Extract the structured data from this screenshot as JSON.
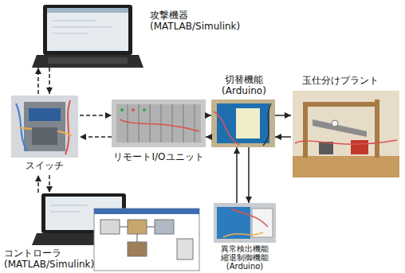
{
  "diagram": {
    "nodes": [
      {
        "text": [
          "攻撃機器 (MATLAB/Simulink)"
        ]
      },
      {
        "text": [
          "スイッチ"
        ]
      },
      {
        "text": [
          "リモートI/Oユニット"
        ]
      },
      {
        "text": [
          "切替機能 (Arduino)"
        ]
      },
      {
        "text": [
          "玉仕分けプラント"
        ]
      },
      {
        "text": [
          "コントローラ (MATLAB/Simulink)"
        ]
      },
      {
        "text": [
          "異常検出機能 縮退制御機能 (Arduino)"
        ]
      }
    ],
    "edges": [
      {
        "from": 1,
        "to": 0,
        "arrow": "to"
      },
      {
        "from": 0,
        "to": 1,
        "arrow": "to"
      },
      {
        "from": 1,
        "to": 2,
        "arrow": "to"
      },
      {
        "from": 2,
        "to": 1,
        "arrow": "to"
      },
      {
        "from": 2,
        "to": 3,
        "arrow": "to"
      },
      {
        "from": 3,
        "to": 2,
        "arrow": "to"
      },
      {
        "from": 3,
        "to": 4,
        "arrow": "to"
      },
      {
        "from": 4,
        "to": 3,
        "arrow": "to"
      },
      {
        "from": 5,
        "to": 1,
        "arrow": "to"
      },
      {
        "from": 1,
        "to": 5,
        "arrow": "to"
      },
      {
        "from": 6,
        "to": 3,
        "arrow": "to"
      },
      {
        "from": 3,
        "to": 6,
        "arrow": "to"
      }
    ]
  }
}
